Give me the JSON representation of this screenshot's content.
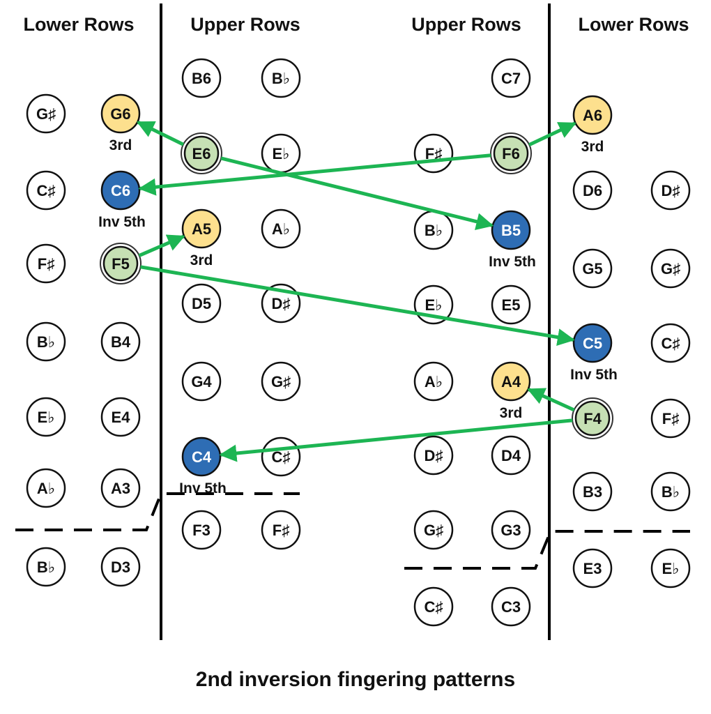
{
  "title": "2nd inversion fingering patterns",
  "headers": [
    "Lower Rows",
    "Upper Rows",
    "Upper Rows",
    "Lower Rows"
  ],
  "colors": {
    "third": "#fde08e",
    "inv5": "#2e6db4",
    "root": "#c6e0b4",
    "arrow": "#1db553",
    "line": "#000000"
  },
  "notes": [
    {
      "label": "G♯",
      "style": "plain"
    },
    {
      "label": "G6",
      "style": "third",
      "sub": "3rd"
    },
    {
      "label": "C♯",
      "style": "plain"
    },
    {
      "label": "C6",
      "style": "inv5",
      "sub": "Inv 5th"
    },
    {
      "label": "F♯",
      "style": "plain"
    },
    {
      "label": "F5",
      "style": "root"
    },
    {
      "label": "B♭",
      "style": "plain"
    },
    {
      "label": "B4",
      "style": "plain"
    },
    {
      "label": "E♭",
      "style": "plain"
    },
    {
      "label": "E4",
      "style": "plain"
    },
    {
      "label": "A♭",
      "style": "plain"
    },
    {
      "label": "A3",
      "style": "plain"
    },
    {
      "label": "B♭",
      "style": "plain"
    },
    {
      "label": "D3",
      "style": "plain"
    },
    {
      "label": "B6",
      "style": "plain"
    },
    {
      "label": "B♭",
      "style": "plain"
    },
    {
      "label": "E6",
      "style": "root"
    },
    {
      "label": "E♭",
      "style": "plain"
    },
    {
      "label": "A5",
      "style": "third",
      "sub": "3rd"
    },
    {
      "label": "A♭",
      "style": "plain"
    },
    {
      "label": "D5",
      "style": "plain"
    },
    {
      "label": "D♯",
      "style": "plain"
    },
    {
      "label": "G4",
      "style": "plain"
    },
    {
      "label": "G♯",
      "style": "plain"
    },
    {
      "label": "C4",
      "style": "inv5",
      "sub": "Inv 5th"
    },
    {
      "label": "C♯",
      "style": "plain"
    },
    {
      "label": "F3",
      "style": "plain"
    },
    {
      "label": "F♯",
      "style": "plain"
    },
    {
      "label": "C7",
      "style": "plain"
    },
    {
      "label": "F♯",
      "style": "plain"
    },
    {
      "label": "F6",
      "style": "root"
    },
    {
      "label": "B♭",
      "style": "plain"
    },
    {
      "label": "B5",
      "style": "inv5",
      "sub": "Inv 5th"
    },
    {
      "label": "E♭",
      "style": "plain"
    },
    {
      "label": "E5",
      "style": "plain"
    },
    {
      "label": "A♭",
      "style": "plain"
    },
    {
      "label": "A4",
      "style": "third",
      "sub": "3rd"
    },
    {
      "label": "D♯",
      "style": "plain"
    },
    {
      "label": "D4",
      "style": "plain"
    },
    {
      "label": "G♯",
      "style": "plain"
    },
    {
      "label": "G3",
      "style": "plain"
    },
    {
      "label": "C♯",
      "style": "plain"
    },
    {
      "label": "C3",
      "style": "plain"
    },
    {
      "label": "A6",
      "style": "third",
      "sub": "3rd"
    },
    {
      "label": "D6",
      "style": "plain"
    },
    {
      "label": "D♯",
      "style": "plain"
    },
    {
      "label": "G5",
      "style": "plain"
    },
    {
      "label": "G♯",
      "style": "plain"
    },
    {
      "label": "C5",
      "style": "inv5",
      "sub": "Inv 5th"
    },
    {
      "label": "C♯",
      "style": "plain"
    },
    {
      "label": "F4",
      "style": "root"
    },
    {
      "label": "F♯",
      "style": "plain"
    },
    {
      "label": "B3",
      "style": "plain"
    },
    {
      "label": "B♭",
      "style": "plain"
    },
    {
      "label": "E3",
      "style": "plain"
    },
    {
      "label": "E♭",
      "style": "plain"
    }
  ],
  "arrows": [
    {
      "from": "E6",
      "to": "G6"
    },
    {
      "from": "E6",
      "to": "B5"
    },
    {
      "from": "F6",
      "to": "A6"
    },
    {
      "from": "F6",
      "to": "C6"
    },
    {
      "from": "F5",
      "to": "A5"
    },
    {
      "from": "F5",
      "to": "C5"
    },
    {
      "from": "F4",
      "to": "A4"
    },
    {
      "from": "F4",
      "to": "C4"
    }
  ]
}
